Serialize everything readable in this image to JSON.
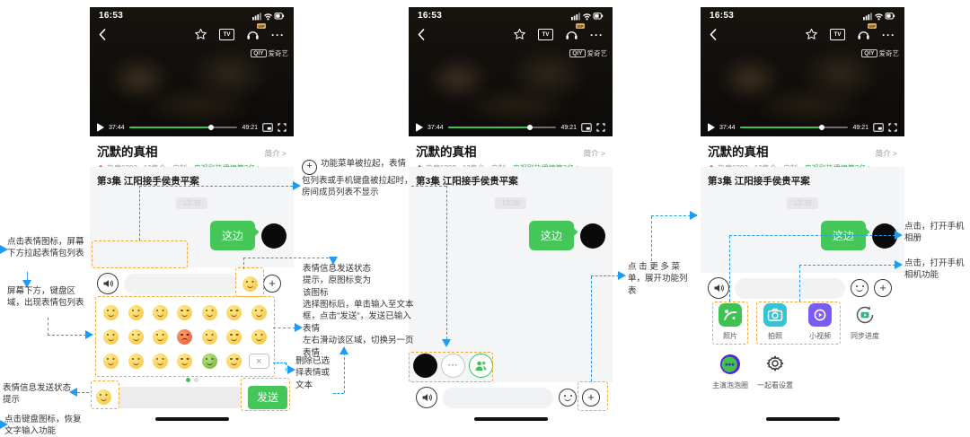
{
  "colors": {
    "green": "#44c658",
    "rank_green": "#2fb84e",
    "orange_dashed": "#f5a733",
    "blue_dashed": "#1f9bf0",
    "camera_teal": "#36c3d4",
    "video_purple": "#7c5cf0",
    "bubble_purple": "#5b1fd6"
  },
  "common": {
    "status_time": "16:53",
    "video": {
      "current_time": "37:44",
      "total_time": "49:21",
      "watermark_logo": "QIY",
      "watermark_text": "爱奇艺",
      "vip_badge": "VIP",
      "tv_label": "TV"
    },
    "info": {
      "title": "沉默的真相",
      "intro": "简介 >",
      "meta": "热度6292 · 12集全 · 自制 ·",
      "meta_rank": "电视剧热播榜第3名 >"
    },
    "chat": {
      "episode": "第3集 江阳接手侯贵平案",
      "time_badge": "13:39",
      "bubble": "这边"
    }
  },
  "phone1": {
    "send_label": "发送",
    "emoji": [
      {
        "name": "emoji-smile"
      },
      {
        "name": "emoji-smirk"
      },
      {
        "name": "emoji-heart-eyes"
      },
      {
        "name": "emoji-flushed"
      },
      {
        "name": "emoji-cool"
      },
      {
        "name": "emoji-cry"
      },
      {
        "name": "emoji-sleepy"
      },
      {
        "name": "emoji-zipper-mouth"
      },
      {
        "name": "emoji-laugh-tears"
      },
      {
        "name": "emoji-blush-sweat"
      },
      {
        "name": "emoji-angry",
        "variant": "red"
      },
      {
        "name": "emoji-joy"
      },
      {
        "name": "emoji-astonished"
      },
      {
        "name": "emoji-smirk-sweat"
      },
      {
        "name": "emoji-wail"
      },
      {
        "name": "emoji-shy"
      },
      {
        "name": "emoji-grin"
      },
      {
        "name": "emoji-sad-sweat"
      },
      {
        "name": "emoji-sick",
        "variant": "green"
      },
      {
        "name": "emoji-dizzy"
      },
      {
        "name": "delete-key",
        "variant": "delete"
      }
    ]
  },
  "phone2": {
    "more_dots": "···"
  },
  "phone3": {
    "menu_labels": [
      "照片",
      "拍照",
      "小视频",
      "同步进度",
      "主演泡泡圈",
      "一起看设置"
    ]
  },
  "annotations": {
    "left": [
      {
        "text": "点击表情图标，屏幕下方拉起表情包列表"
      },
      {
        "text": "屏幕下方，键盘区域，出现表情包列表"
      },
      {
        "text": "表情信息发送状态提示"
      },
      {
        "text": "点击键盘图标，恢复文字输入功能"
      }
    ],
    "middle_plus_note": "功能菜单被拉起，表情包列表或手机键盘被拉起时，房间成员列表不显示",
    "emoji_sent_note": "表情信息发送状态提示，原图标变为该图标",
    "select_note": "选择图标后，单击输入至文本框，点击\"发送\"，发送已输入表情\n左右滑动该区域，切换另一页表情",
    "delete_note": "删除已选择表情或文本",
    "more_menu_note": "点 击 更 多 菜单，展开功能列表",
    "right": [
      {
        "text": "点击，打开手机相册"
      },
      {
        "text": "点击，打开手机相机功能"
      }
    ]
  }
}
